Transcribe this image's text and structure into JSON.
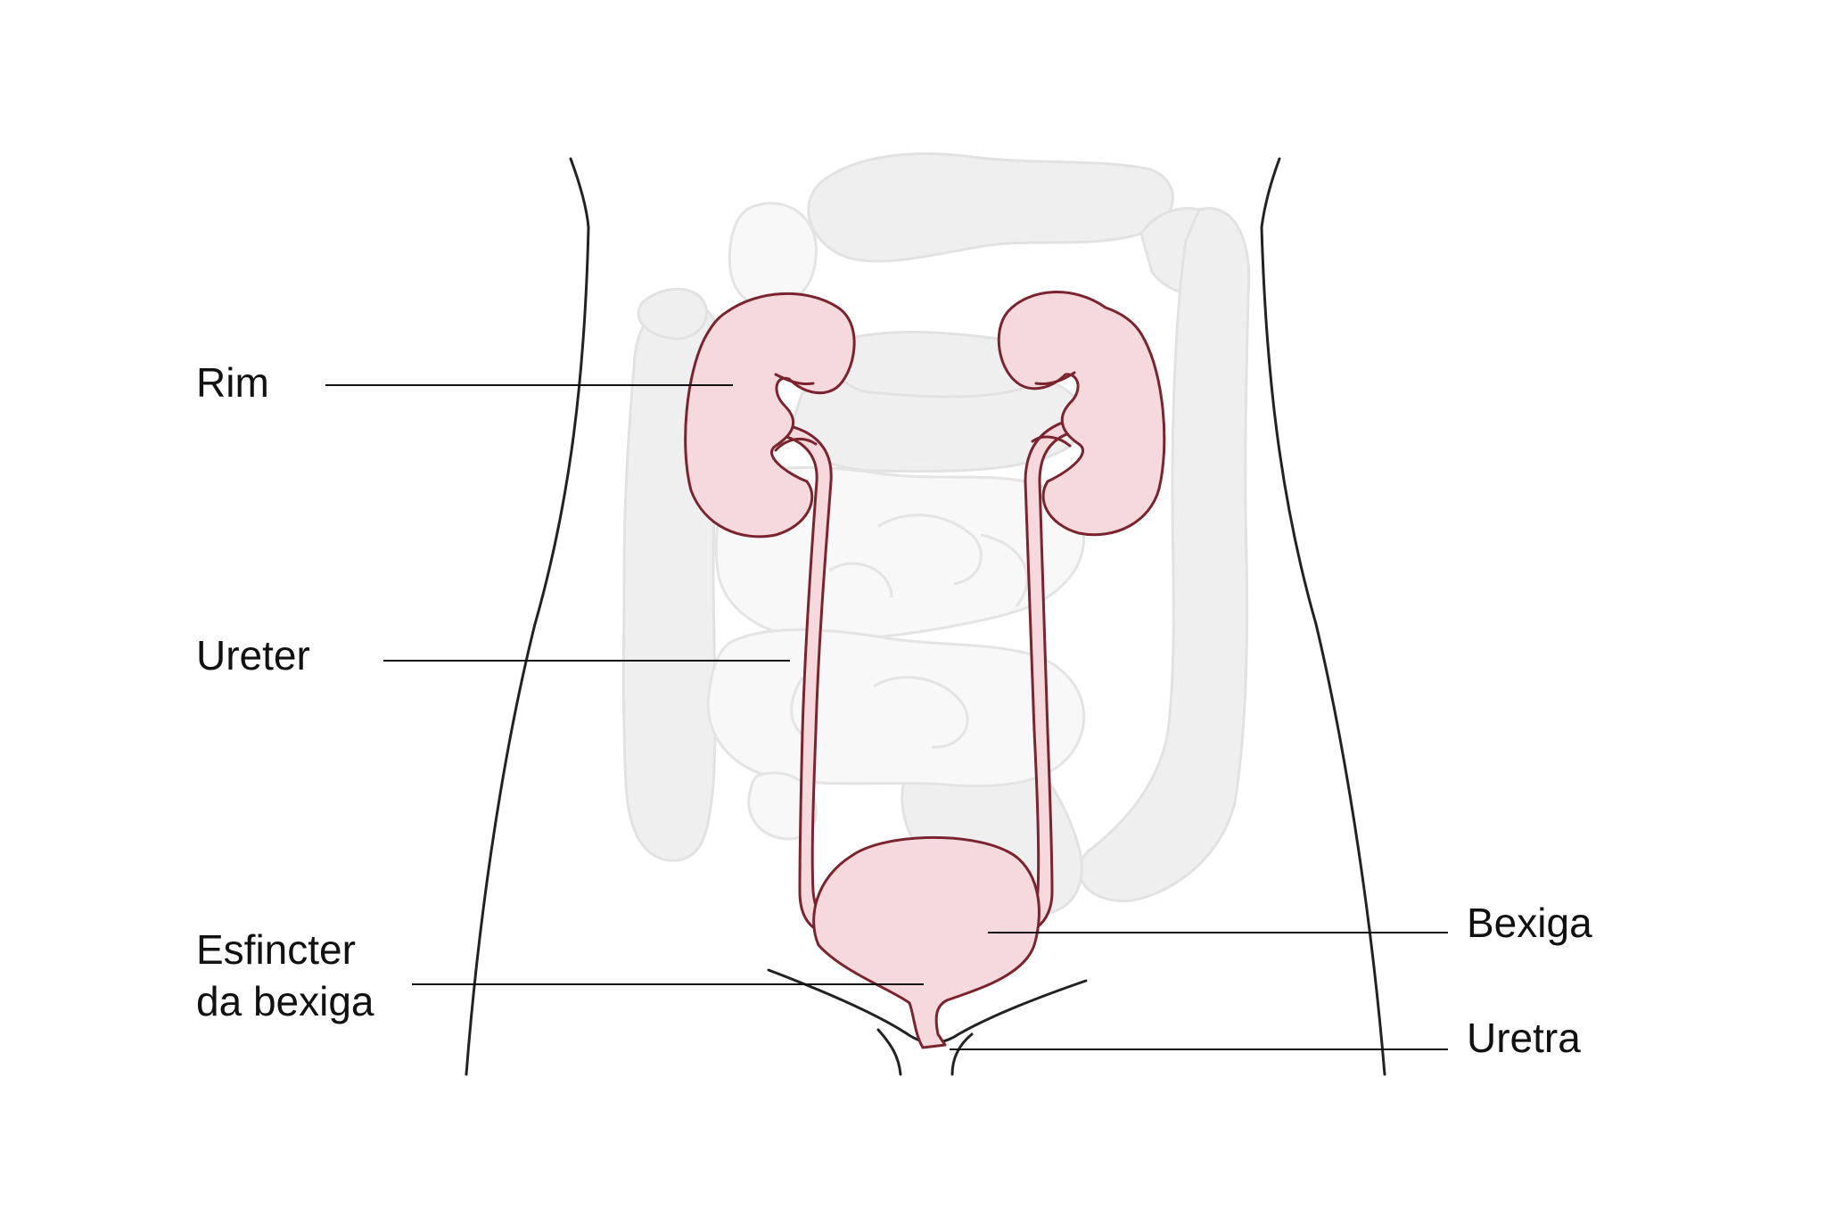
{
  "labels": {
    "kidney": "Rim",
    "ureter": "Ureter",
    "sphincter_line1": "Esfincter",
    "sphincter_line2": "da bexiga",
    "bladder": "Bexiga",
    "urethra": "Uretra"
  },
  "colors": {
    "organ_fill": "#f6d9dc",
    "organ_outline": "#7a2430",
    "background_organs_fill": "#efefef",
    "background_organs_outline": "#e0e0e0",
    "small_intestine_fill": "#f8f8f8",
    "body_outline": "#222222",
    "leader_line": "#111111"
  }
}
